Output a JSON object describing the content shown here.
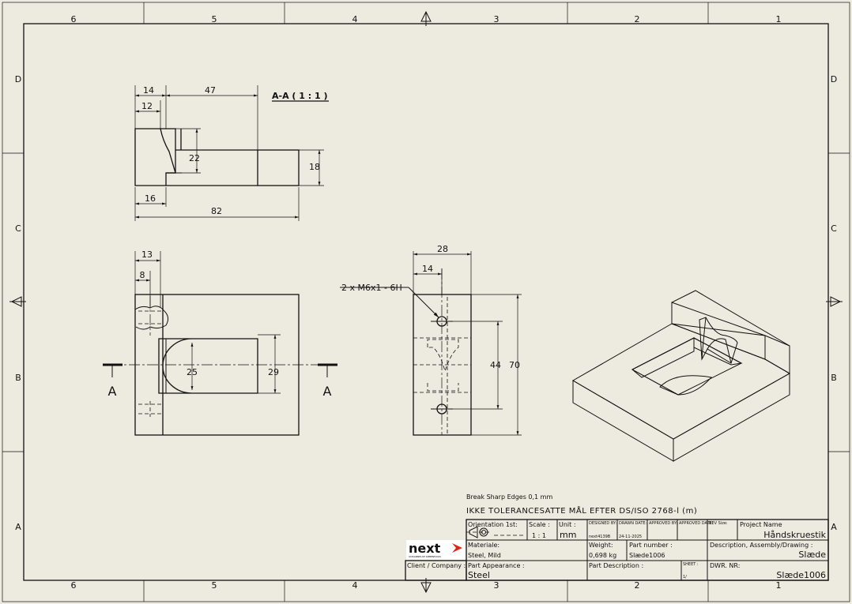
{
  "zones": {
    "columns": [
      "6",
      "5",
      "4",
      "3",
      "2",
      "1"
    ],
    "rows": [
      "D",
      "C",
      "B",
      "A"
    ]
  },
  "section": {
    "title": "A-A ( 1 : 1 )",
    "dims": {
      "d14": "14",
      "d47": "47",
      "d12": "12",
      "d22": "22",
      "d18": "18",
      "d16": "16",
      "d82": "82"
    }
  },
  "front_view": {
    "dims": {
      "d13": "13",
      "d8": "8",
      "d25": "25",
      "d29": "29"
    },
    "cut_label_left": "A",
    "cut_label_right": "A"
  },
  "side_view": {
    "dims": {
      "d28": "28",
      "d14": "14",
      "d44": "44",
      "d70": "70"
    },
    "thread_note": "2 x M6x1 - 6H"
  },
  "notes": {
    "break_edges": "Break Sharp Edges 0,1 mm",
    "tolerance": "IKKE TOLERANCESATTE MÅL EFTER DS/ISO 2768-l (m)"
  },
  "title_block": {
    "orientation_label": "Orientation 1st:",
    "scale_label": "Scale :",
    "scale_value": "1 : 1",
    "unit_label": "Unit :",
    "unit_value": "mm",
    "designed_label": "DESIGNED BY:",
    "designed_value": "next4139B",
    "drawn_label": "DRAWN DATE:",
    "drawn_value": "24-11-2025",
    "approved_label": "APPROVED BY:",
    "approved_date_label": "APPROVED DATE:",
    "rev_label": "REV Size:",
    "project_label": "Project Name",
    "project_value": "Håndskruestik",
    "material_label": "Materiale:",
    "material_value": "Steel, Mild",
    "weight_label": "Weight:",
    "weight_value": "0,698 kg",
    "part_number_label": "Part number :",
    "part_number_value": "Slæde1006",
    "description_label": "Description, Assembly/Drawing :",
    "description_value": "Slæde",
    "client_label": "Client / Company :",
    "appearance_label": "Part Appearance :",
    "appearance_value": "Steel",
    "part_desc_label": "Part Description :",
    "sheet_label": "SHEET :",
    "sheet_value": "1/",
    "dwr_label": "DWR. NR:",
    "dwr_value": "Slæde1006",
    "logo_text": "next",
    "logo_sub": "UDDANNELSE KØBENHAVN"
  }
}
